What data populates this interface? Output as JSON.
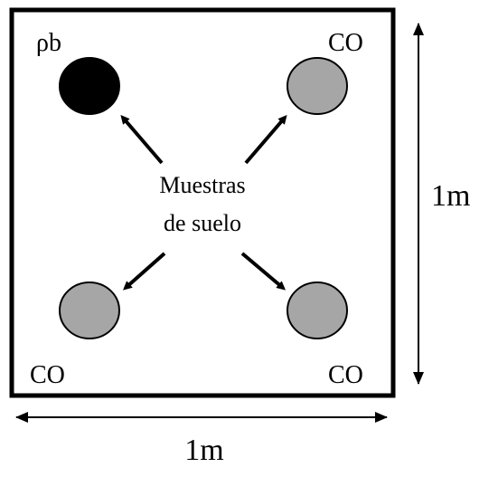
{
  "labels": {
    "top_left": "ρb",
    "top_right": "CO",
    "bottom_left": "CO",
    "bottom_right": "CO"
  },
  "center_text": {
    "line1": "Muestras",
    "line2": "de suelo"
  },
  "dimensions": {
    "width": "1m",
    "height": "1m"
  },
  "colors": {
    "bulk_density_sample": "#000000",
    "carbon_sample": "#a6a6a6",
    "outline": "#000000"
  }
}
